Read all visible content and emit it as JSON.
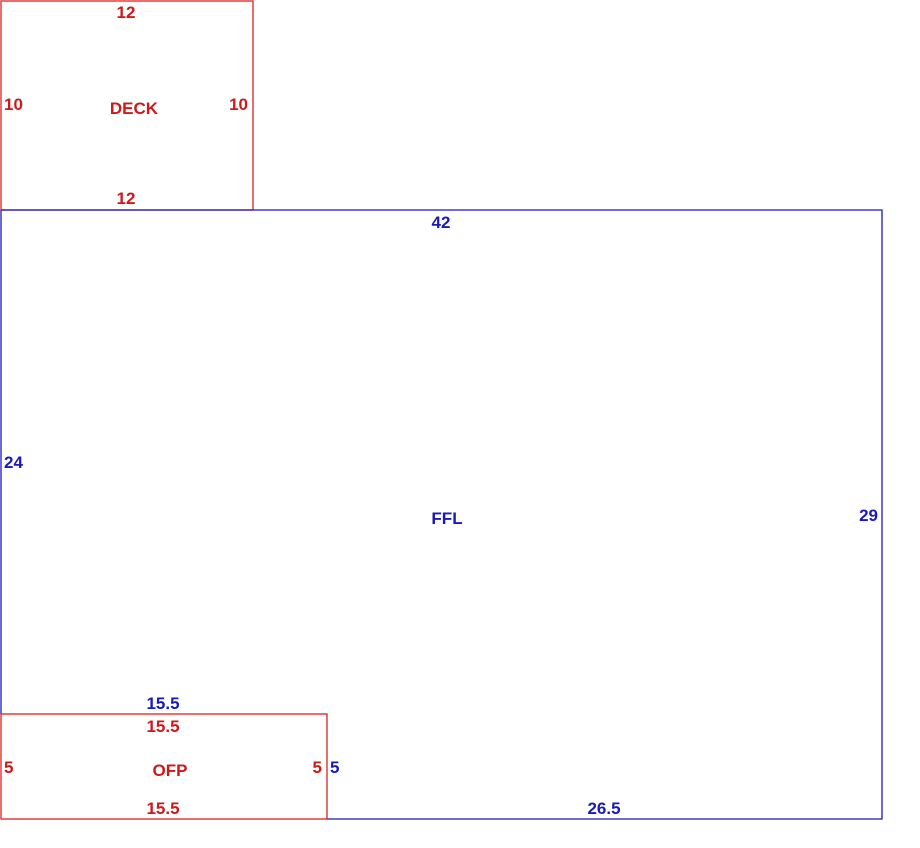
{
  "colors": {
    "deck": "#e02020",
    "ffl": "#1a1ab8",
    "ofp": "#e02020"
  },
  "deck": {
    "name": "DECK",
    "dims": {
      "top": "12",
      "left": "10",
      "right": "10",
      "bottom": "12"
    }
  },
  "ffl": {
    "name": "FFL",
    "dims": {
      "top": "42",
      "left": "24",
      "right": "29",
      "bottom_left": "15.5",
      "notch_side": "5",
      "bottom_right": "26.5"
    }
  },
  "ofp": {
    "name": "OFP",
    "dims": {
      "top": "15.5",
      "left": "5",
      "right": "5",
      "bottom": "15.5"
    }
  }
}
